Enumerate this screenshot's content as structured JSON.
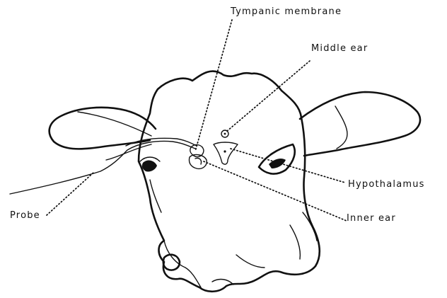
{
  "diagram": {
    "labels": {
      "tympanic_membrane": "Tympanic membrane",
      "middle_ear": "Middle ear",
      "hypothalamus": "Hypothalamus",
      "probe": "Probe",
      "inner_ear": "Inner ear"
    }
  }
}
